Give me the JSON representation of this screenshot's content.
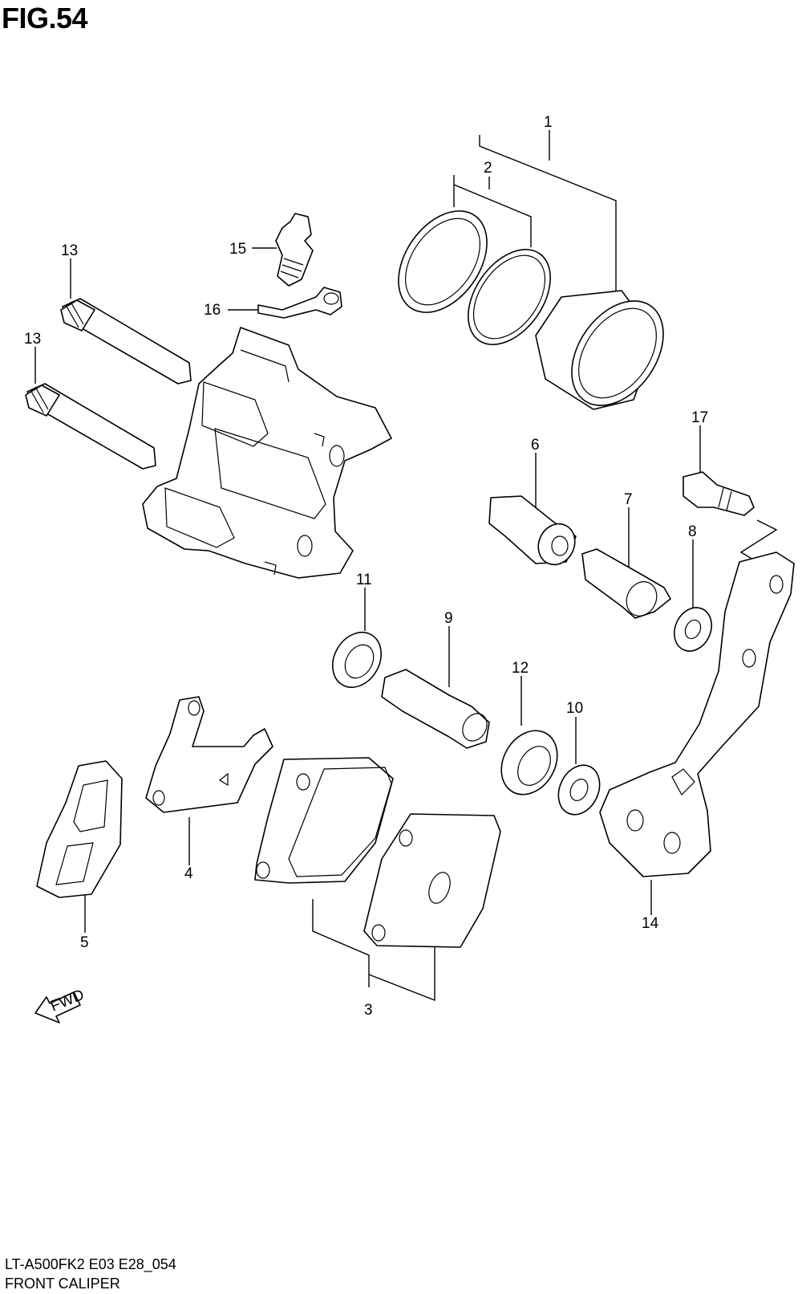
{
  "figure_title": "FIG.54",
  "model_code": "LT-A500FK2 E03 E28_054",
  "section_name": "FRONT CALIPER",
  "direction_icon": "FWD",
  "callouts": {
    "c1": "1",
    "c2": "2",
    "c3": "3",
    "c4": "4",
    "c5": "5",
    "c6": "6",
    "c7": "7",
    "c8": "8",
    "c9": "9",
    "c10": "10",
    "c11": "11",
    "c12": "12",
    "c13a": "13",
    "c13b": "13",
    "c14": "14",
    "c15": "15",
    "c16": "16",
    "c17": "17"
  }
}
